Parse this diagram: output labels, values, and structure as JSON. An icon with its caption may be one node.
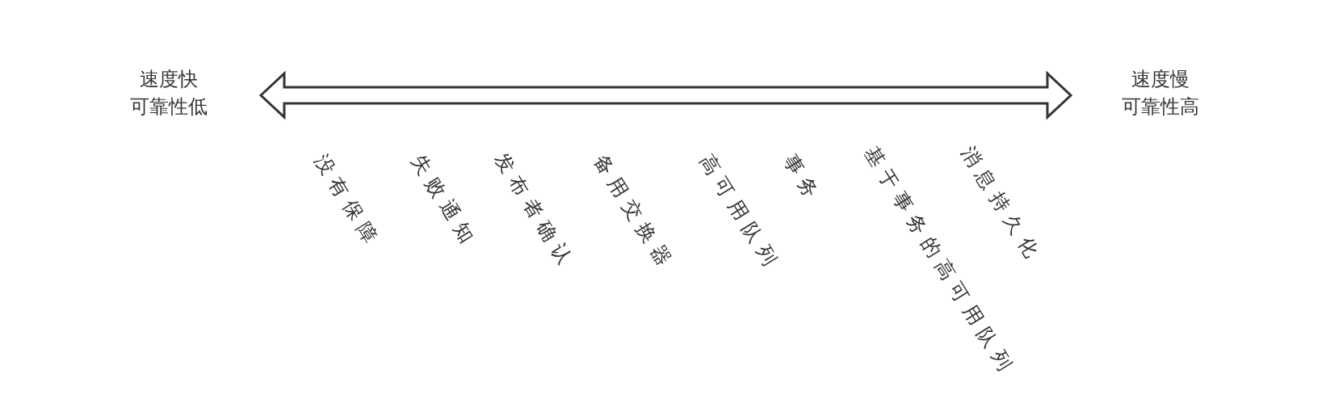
{
  "diagram": {
    "labels": [
      "速度快",
      "可靠性低",
      "速度慢",
      "可靠性高",
      "没有保障",
      "失败通知",
      "发布者确认",
      "备用交换器",
      "高可用队列",
      "事务",
      "基于事务的高可用队列",
      "消息持久化"
    ]
  }
}
